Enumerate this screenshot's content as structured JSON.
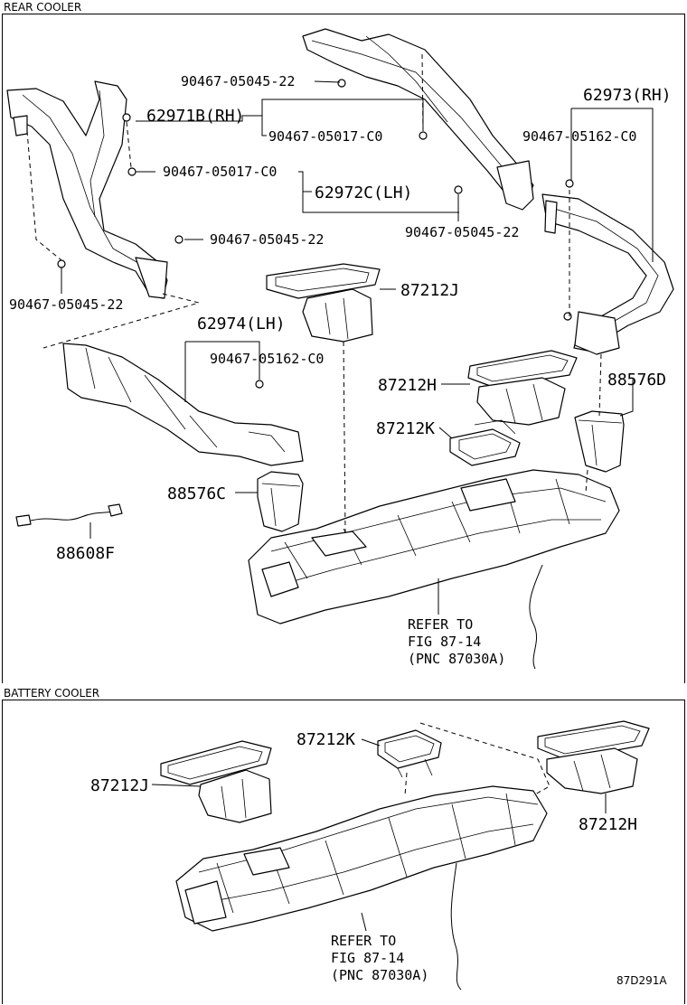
{
  "sections": {
    "rear_cooler": "REAR COOLER",
    "battery_cooler": "BATTERY COOLER"
  },
  "callouts": {
    "bolt_45_top": "90467-05045-22",
    "p62971B": "62971B(RH)",
    "bolt_17_rh": "90467-05017-C0",
    "bolt_17_lh": "90467-05017-C0",
    "p62972C": "62972C(LH)",
    "p62973": "62973(RH)",
    "bolt_162_rh": "90467-05162-C0",
    "bolt_45_mid": "90467-05045-22",
    "bolt_45_right": "90467-05045-22",
    "bolt_45_left": "90467-05045-22",
    "p87212J_top": "87212J",
    "p62974": "62974(LH)",
    "bolt_162_lh": "90467-05162-C0",
    "p87212H_top": "87212H",
    "p88576D": "88576D",
    "p87212K_top": "87212K",
    "p88576C": "88576C",
    "p88608F": "88608F",
    "p87212K_bot": "87212K",
    "p87212J_bot": "87212J",
    "p87212H_bot": "87212H"
  },
  "refer_top": {
    "line1": "REFER TO",
    "line2": "FIG 87-14",
    "line3": "(PNC 87030A)"
  },
  "refer_bottom": {
    "line1": "REFER TO",
    "line2": "FIG 87-14",
    "line3": "(PNC 87030A)"
  },
  "figure_id": "87D291A"
}
